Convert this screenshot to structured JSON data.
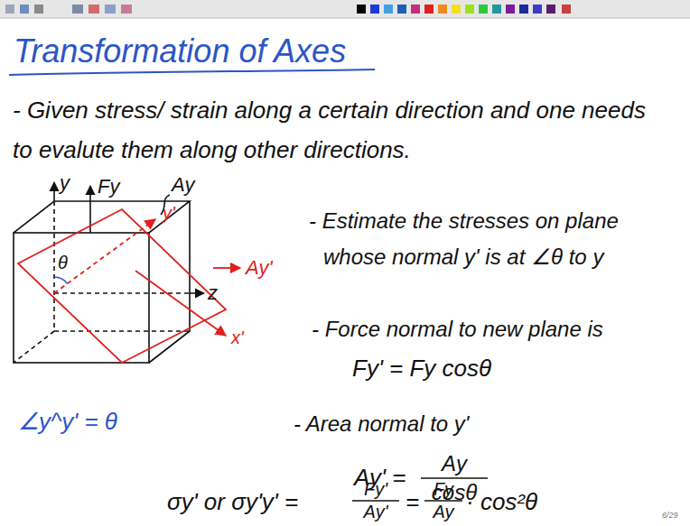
{
  "diagram": {
    "title": "Transformation of Axes",
    "labels": [
      "- Given stress/ strain along a certain direction and one needs to evalute them along other directions.",
      "y",
      "Fy",
      "Ay",
      "y'",
      "θ",
      "Ay'",
      "z",
      "x'",
      "∠y^y' = θ",
      "- Estimate the stresses on plane whose normal y' is at ∠θ to y",
      "- Force normal to new plane is",
      "Fy' = Fy cosθ",
      "- Area normal to y'",
      "Ay' =",
      "Ay",
      "cosθ",
      "σy' or σy'y' =",
      "Fy'",
      "Ay'",
      "=",
      "Fy",
      "Ay",
      "· cos²θ",
      "6/29"
    ]
  }
}
